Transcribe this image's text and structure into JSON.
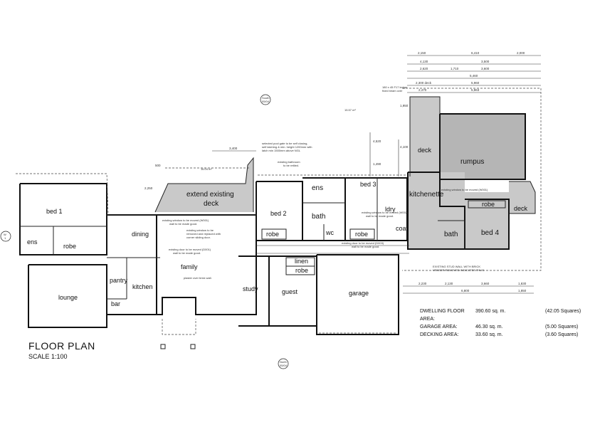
{
  "title": "FLOOR PLAN",
  "scale": "SCALE 1:100",
  "rooms": {
    "bed1": "bed 1",
    "ens1": "ens",
    "robe1": "robe",
    "lounge": "lounge",
    "pantry": "pantry",
    "bar": "bar",
    "kitchen": "kitchen",
    "dining": "dining",
    "family": "family",
    "extend_deck_1": "extend existing",
    "extend_deck_2": "deck",
    "bed2": "bed 2",
    "robe2": "robe",
    "ens2": "ens",
    "bath1": "bath",
    "wc": "wc",
    "bed3": "bed 3",
    "robe3": "robe",
    "ldry": "ldry",
    "linen": "linen",
    "robe_guest": "robe",
    "study": "study",
    "guest": "guest",
    "garage": "garage",
    "deck_top": "deck",
    "rumpus": "rumpus",
    "kitchenette": "kitchenette",
    "coat": "coat",
    "bath2": "bath",
    "robe4": "robe",
    "bed4": "bed 4",
    "deck_right": "deck"
  },
  "notes": {
    "pool_gate": [
      "selected pool gate to be self closing,",
      "self latching & min. height 1200mm with",
      "latch min 1500mm above NGL"
    ],
    "existing_bathroom": [
      "existing bathroom",
      "to be retiled."
    ],
    "window_w001": [
      "existing window to be moved (W001)",
      "wall to be made good."
    ],
    "window_removed": [
      "existing window to be",
      "removed and replaced with",
      "corner sliding door."
    ],
    "door_d001": [
      "existing door to be moved (D001)",
      "wall to be made good."
    ],
    "plaster": "plaster over brick wall.",
    "window_w002": [
      "existing window to be moved (W002)",
      "wall to be made good."
    ],
    "door_d003": [
      "existing door to be moved (D003)",
      "wall to be made good."
    ],
    "window_w001b": "existing window to be moved (W001)",
    "stud_wall": [
      "EXISTING STUD WALL WITH BRICK",
      "VENEER REMOVED INDICATES THUS"
    ],
    "deck_area_small": "16.04 m²",
    "deck_area_top": "15.57 m²",
    "level_note": [
      "180 x 45 F17 ledger",
      "fixed beam over"
    ]
  },
  "dimensions": {
    "top_row1": [
      "2,150",
      "6,410",
      "2,000"
    ],
    "top_row2": [
      "4,130",
      "3,500"
    ],
    "top_row3": [
      "2,620",
      "1,710",
      "3,600"
    ],
    "top_row4": [
      "5,460"
    ],
    "top_row5": [
      "2,300 deck",
      "5,960"
    ],
    "top_row6": [
      "2,470",
      "5,963"
    ],
    "bottom_row1": [
      "2,230",
      "2,130",
      "3,660",
      "1,830"
    ],
    "bottom_row2": [
      "6,800",
      "1,850"
    ],
    "deck_width": "3,400",
    "left_height": "2,250",
    "left_small": "500",
    "vert_left": [
      "4,520",
      "1,490"
    ],
    "vert_mid": [
      "4,100",
      "1,950"
    ]
  },
  "areas": [
    {
      "label": "DWELLING FLOOR AREA:",
      "value": "390.60 sq. m.",
      "squares": "(42.05 Squares)"
    },
    {
      "label": "GARAGE AREA:",
      "value": "46.30 sq. m.",
      "squares": "(5.00 Squares)"
    },
    {
      "label": "DECKING AREA:",
      "value": "33.60 sq. m.",
      "squares": "(3.60 Squares)"
    }
  ],
  "markers": {
    "south_top": [
      "South",
      "05/04"
    ],
    "north_bottom": [
      "North",
      "05/04"
    ],
    "west_left": [
      "W",
      "1"
    ]
  }
}
